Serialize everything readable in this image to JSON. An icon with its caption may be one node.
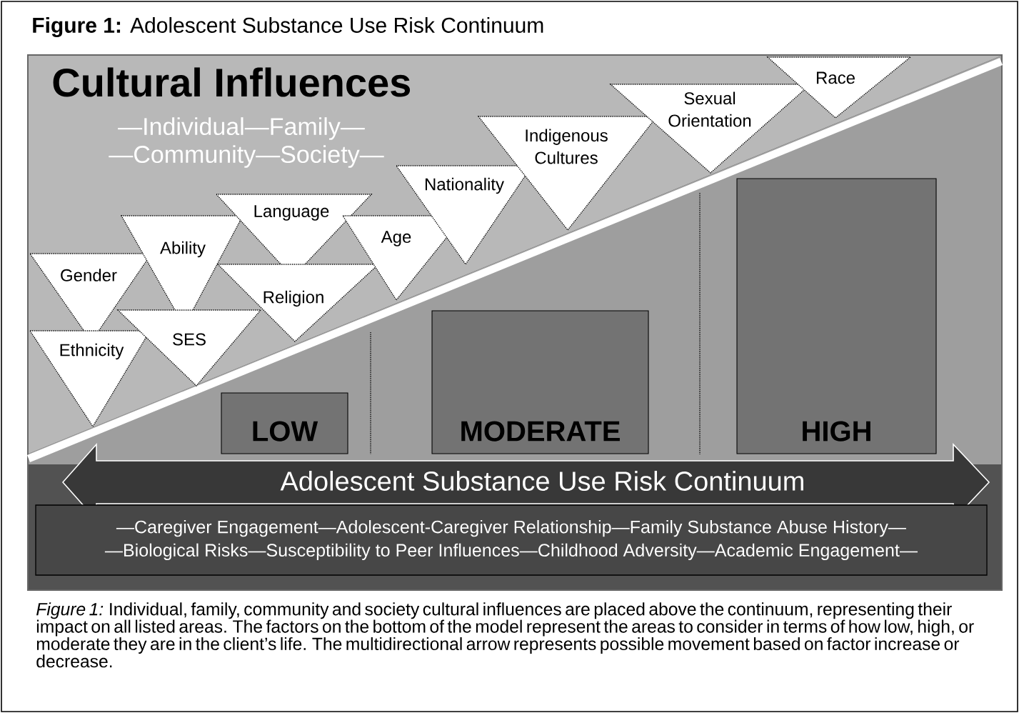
{
  "diagram": {
    "title": "**Figure 1:** Adolescent Substance Use Risk Continuum",
    "caption": "*Figure 1:* Individual, family, community and society cultural influences are placed above the continuum, representing their impact on all listed areas. The factors on the bottom of the model represent the areas to consider in terms of how low, high, or moderate they are in the client’s life. The multidirectional arrow represents possible movement based on factor increase or decrease.",
    "nodes": [
      {
        "text": [
          "Gender"
        ]
      },
      {
        "text": [
          "Ethnicity"
        ]
      },
      {
        "text": [
          "Ability"
        ]
      },
      {
        "text": [
          "SES"
        ]
      },
      {
        "text": [
          "Language"
        ]
      },
      {
        "text": [
          "Religion"
        ]
      },
      {
        "text": [
          "Age"
        ]
      },
      {
        "text": [
          "Nationality"
        ]
      },
      {
        "text": [
          "Indigenous Cultures"
        ]
      },
      {
        "text": [
          "Sexual Orientation"
        ]
      },
      {
        "text": [
          "Race"
        ]
      },
      {
        "text": [
          "LOW"
        ]
      },
      {
        "text": [
          "MODERATE"
        ]
      },
      {
        "text": [
          "HIGH"
        ]
      },
      {
        "text": [
          "Adolescent Substance Use Risk Continuum"
        ]
      },
      {
        "text": [
          "—Caregiver Engagement—Adolescent-Caregiver Relationship—Family Substance Abuse History—",
          "—Biological Risks—Susceptibility to Peer Influences—Childhood Adversity—Academic Engagement—"
        ]
      }
    ],
    "labels": [
      "Cultural Influences",
      "—Individual—Family—",
      "—Community—Society—"
    ]
  }
}
